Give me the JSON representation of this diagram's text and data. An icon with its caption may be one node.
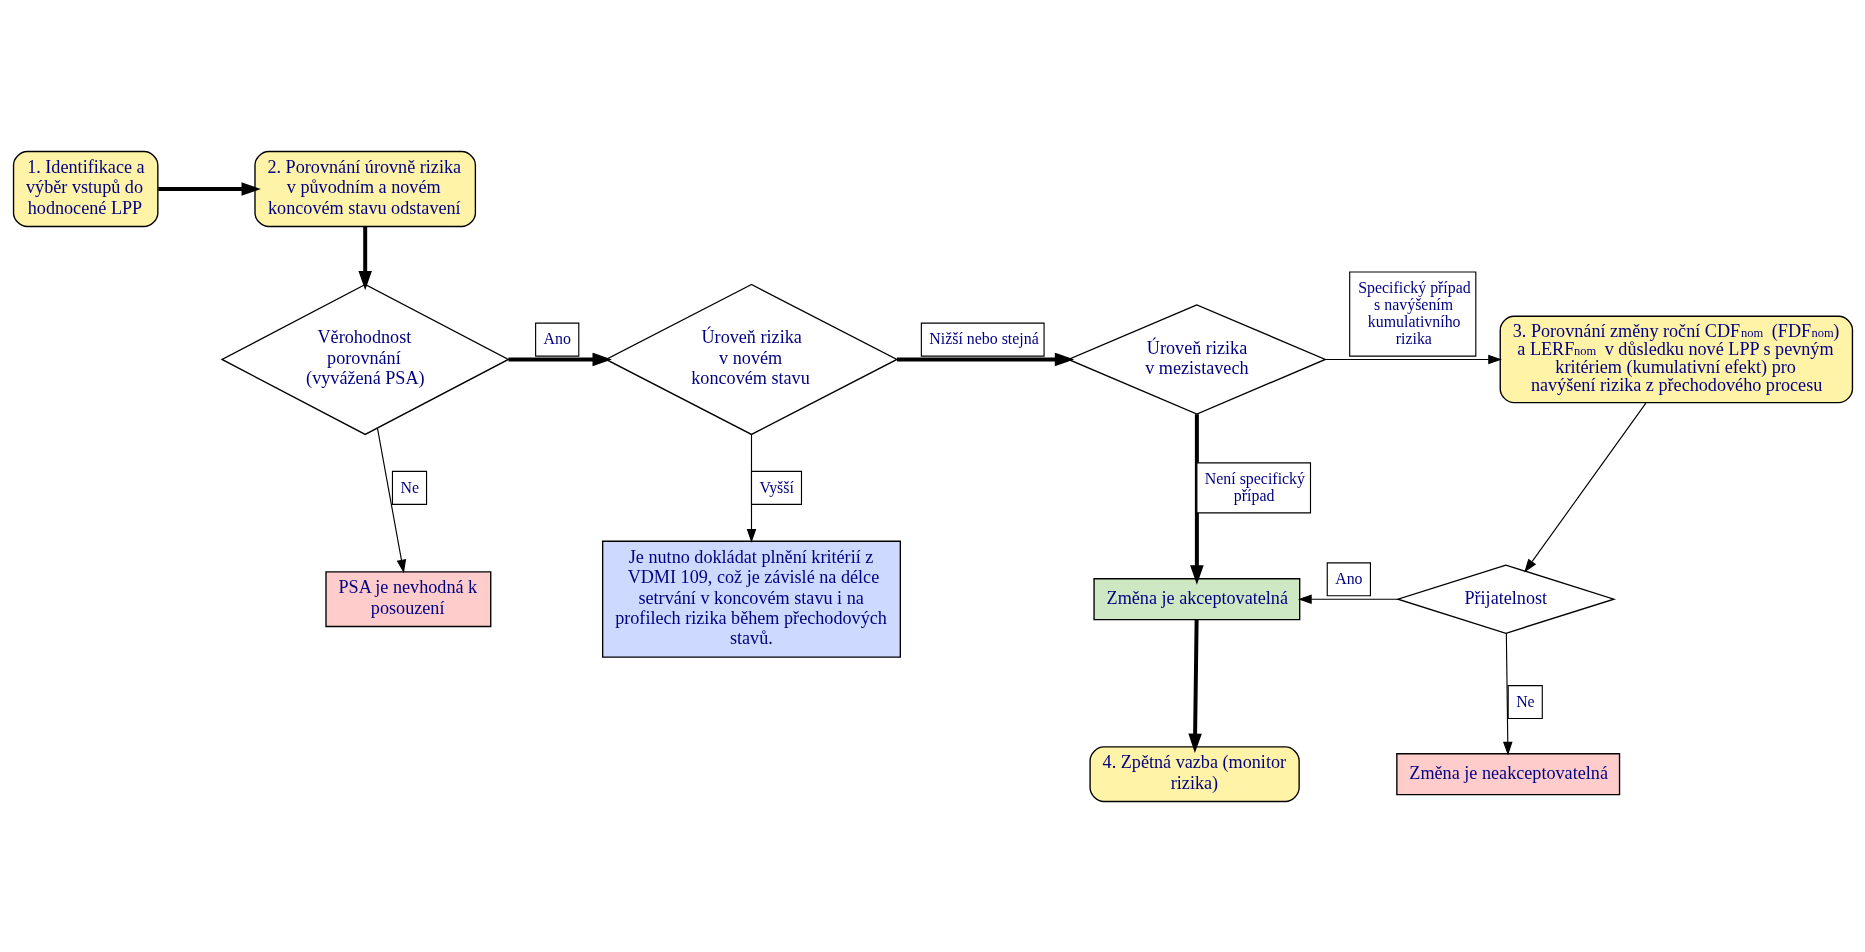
{
  "diagram": {
    "nodes": [
      {
        "text": [
          "2. Porovnání úrovně rizika v původním a novém koncovém stavu odstavení"
        ]
      },
      {
        "text": [
          "1. Identifikace a výběr vstupů do hodnocené LPP"
        ]
      },
      {
        "text": [
          "Věrohodnost porovnání (vyvážená PSA)"
        ]
      },
      {
        "text": [
          "Úroveň rizika v novém koncovém stavu"
        ]
      },
      {
        "text": [
          "Úroveň rizika v mezistavech"
        ]
      },
      {
        "text": [
          "3. Porovnání změny roční CDF$_{nom}$ (FDF$_{nom}$) a LERF$_{nom}$ v důsledku nové LPP s pevným kritériem (kumulativní efekt) pro navýšení rizika z přechodového procesu"
        ]
      },
      {
        "text": [
          "Přijatelnost"
        ]
      },
      {
        "text": [
          "Je nutno dokládat plnění kritérií z VDMI 109, což je závislé na délce setrvání v koncovém stavu i na profilech rizika během přechodových stavů."
        ]
      },
      {
        "text": [
          "Změna je akceptovatelná"
        ]
      },
      {
        "text": [
          "PSA je nevhodná k posouzení"
        ]
      },
      {
        "text": [
          "4. Zpětná vazba (monitor rizika)"
        ]
      },
      {
        "text": [
          "Změna je neakceptovatelná"
        ]
      }
    ],
    "edges": [
      {
        "from": 1,
        "to": 0,
        "arrow": "to",
        "style": "thick"
      },
      {
        "from": 0,
        "to": 2,
        "arrow": "to",
        "style": "thick"
      },
      {
        "from": 2,
        "to": 3,
        "arrow": "to",
        "style": "thick",
        "label": "Ano"
      },
      {
        "from": 3,
        "to": 4,
        "arrow": "to",
        "style": "thick",
        "label": "Nižší nebo stejná"
      },
      {
        "from": 4,
        "to": 5,
        "arrow": "to",
        "label": "Specifický případ s navýšením kumulativního rizika"
      },
      {
        "from": 3,
        "to": 7,
        "arrow": "to",
        "label": "Vyšší"
      },
      {
        "from": 4,
        "to": 8,
        "arrow": "to",
        "style": "thick",
        "label": "Není specifický případ"
      },
      {
        "from": 2,
        "to": 9,
        "arrow": "to",
        "label": "Ne"
      },
      {
        "from": 5,
        "to": 6,
        "arrow": "to"
      },
      {
        "from": 6,
        "to": 8,
        "arrow": "to",
        "label": "Ano"
      },
      {
        "from": 6,
        "to": 11,
        "arrow": "to",
        "label": "Ne"
      },
      {
        "from": 8,
        "to": 10,
        "arrow": "to",
        "style": "thick"
      }
    ]
  }
}
